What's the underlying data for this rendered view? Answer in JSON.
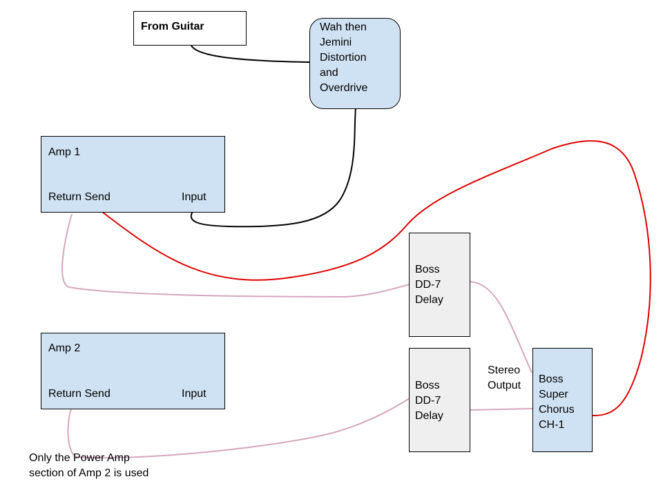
{
  "colors": {
    "box_blue": "#cfe2f3",
    "box_grey": "#efefef",
    "cable_black": "#000000",
    "cable_red": "#e00000",
    "cable_pink": "#d5a6bd"
  },
  "nodes": {
    "guitar": {
      "label": "From Guitar"
    },
    "wah": {
      "label": "Wah then\nJemini\nDistortion\nand\nOverdrive"
    },
    "amp1": {
      "title": "Amp 1",
      "return_send": "Return Send",
      "input": "Input"
    },
    "amp2": {
      "title": "Amp 2",
      "return_send": "Return Send",
      "input": "Input"
    },
    "delay1": {
      "label": "Boss\nDD-7\nDelay"
    },
    "delay2": {
      "label": "Boss\nDD-7\nDelay"
    },
    "chorus": {
      "label": "Boss\nSuper\nChorus\nCH-1"
    }
  },
  "annotations": {
    "stereo_output": "Stereo\nOutput",
    "amp2_note": "Only the Power Amp\nsection of Amp 2 is used"
  },
  "edges": [
    {
      "from": "guitar",
      "to": "wah",
      "color": "black"
    },
    {
      "from": "wah",
      "to": "amp1.input",
      "color": "black"
    },
    {
      "from": "amp1.send",
      "to": "chorus",
      "color": "red"
    },
    {
      "from": "amp1.return",
      "to": "delay1",
      "color": "pink"
    },
    {
      "from": "delay1",
      "to": "chorus",
      "color": "pink"
    },
    {
      "from": "chorus",
      "to": "delay2",
      "color": "pink"
    },
    {
      "from": "delay2",
      "to": "amp2.return",
      "color": "pink"
    }
  ]
}
